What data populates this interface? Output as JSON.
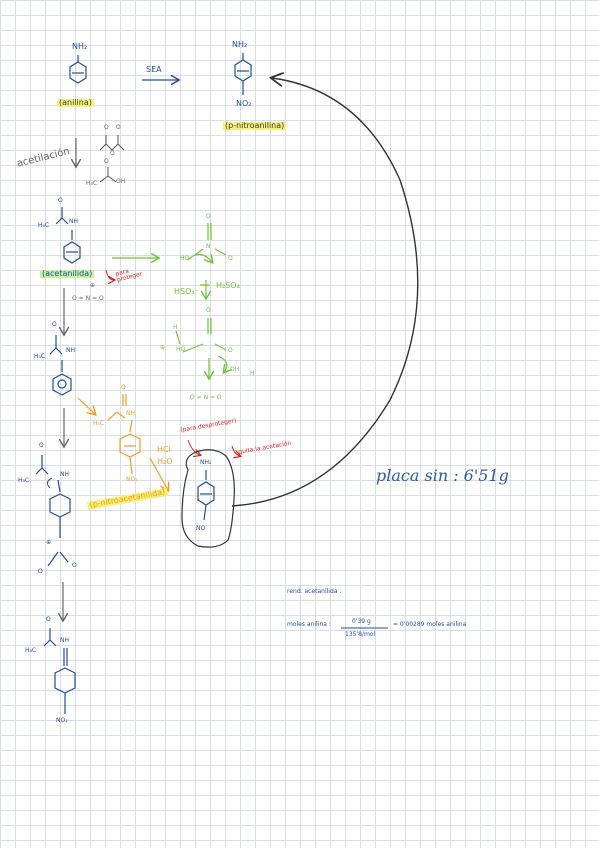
{
  "labels": {
    "aniline_nh2": "NH₂",
    "aniline_name": "(anilina)",
    "sea": "SEA",
    "pnitro_nh2": "NH₂",
    "pnitro_no2": "NO₂",
    "pnitro_name": "(p-nitroanilina)",
    "acetilacion": "acetilación",
    "reagent_o1": "O",
    "reagent_o2": "O",
    "reagent_o3": "O",
    "acetic_h3c": "H₃C",
    "acetic_oh": "OH",
    "acetic_o": "O",
    "acet_o": "O",
    "acet_h3c": "H₃C",
    "acet_nh": "NH",
    "acet_name": "(acetanilida)",
    "para_proteger": "para proteger",
    "nitronium_1": "O = N = O",
    "nitronium_plus_1": "⊕",
    "inter1_o": "O",
    "inter1_h3c": "H₃C",
    "inter1_nh": "NH",
    "sigma_o": "O",
    "sigma_h3c": "H₃C",
    "sigma_nh": "NH",
    "sigma_plus_n": "⊕",
    "sigma_n_o_top": "O",
    "sigma_n_o_left": "O",
    "final_o": "O",
    "final_h3c": "H₃C",
    "final_nh": "NH",
    "final_no2": "NO₂",
    "green_o_top": "O",
    "green_ho": "HO",
    "green_n": "N",
    "green_o_right": "O",
    "green_hso4": "HSO₄⁻",
    "green_h2so4": "H₂SO₄",
    "green_o_mid": "O",
    "green_h": "H",
    "green_ho2": "HO",
    "green_o_mid_right": "O",
    "green_plus": "⊕",
    "green_oh": "OH",
    "green_h2": "H",
    "green_nitronium": "O = N = O",
    "orange_o": "O",
    "orange_h3c": "H₃C",
    "orange_nh": "NH",
    "orange_no2": "NO₂",
    "orange_hcl": "HCl",
    "orange_h2o": "H₂O",
    "orange_name": "(p-nitroacetanilida)",
    "para_desproteger": "(para desproteger)",
    "quita_la_acetacion": "quita la acetación",
    "boxed_nh2": "NH₂",
    "boxed_no": "NO",
    "placa_sin": "placa sin : 6'51g",
    "rend_title": "rend. acetanilida :",
    "moles_label": "moles anilina :",
    "moles_num": "0'39 g",
    "moles_den": "135'8/mol",
    "moles_result": "= 0'00289 moles anilina"
  },
  "colors": {
    "blue": "#1f4e9c",
    "green": "#6fc23a",
    "orange": "#f59a1a",
    "red": "#d9221c",
    "grey": "#666666",
    "highlight_yellow": "#f4f27a",
    "grid": "#d9dde6"
  }
}
